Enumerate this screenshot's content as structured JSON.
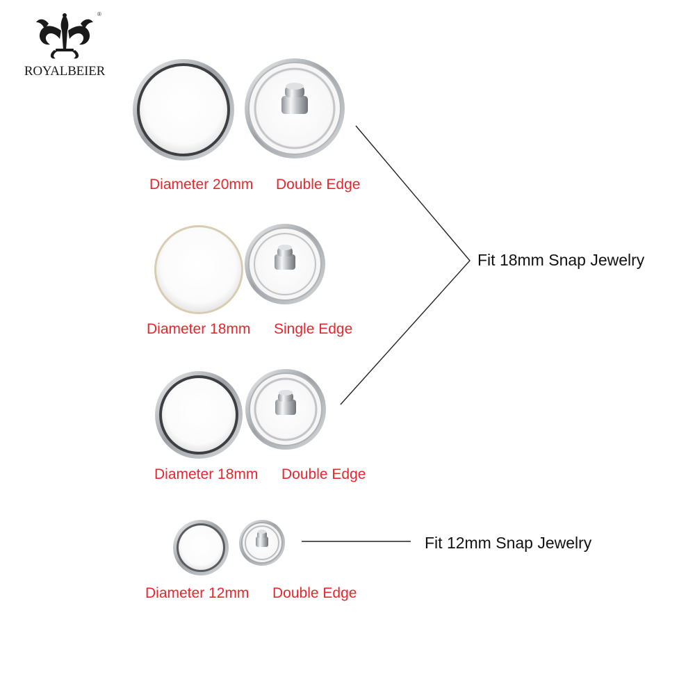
{
  "brand": {
    "name": "ROYALBEIER",
    "registered_mark": "®"
  },
  "rows": [
    {
      "diameter_label": "Diameter 20mm",
      "edge_label": "Double Edge"
    },
    {
      "diameter_label": "Diameter 18mm",
      "edge_label": "Single Edge"
    },
    {
      "diameter_label": "Diameter 18mm",
      "edge_label": "Double Edge"
    },
    {
      "diameter_label": "Diameter 12mm",
      "edge_label": "Double Edge"
    }
  ],
  "fit_labels": {
    "large": "Fit 18mm Snap Jewelry",
    "small": "Fit 12mm Snap Jewelry"
  },
  "colors": {
    "label_red": "#e8262c",
    "text_dark": "#111111",
    "metal": "#b9bcc0"
  }
}
